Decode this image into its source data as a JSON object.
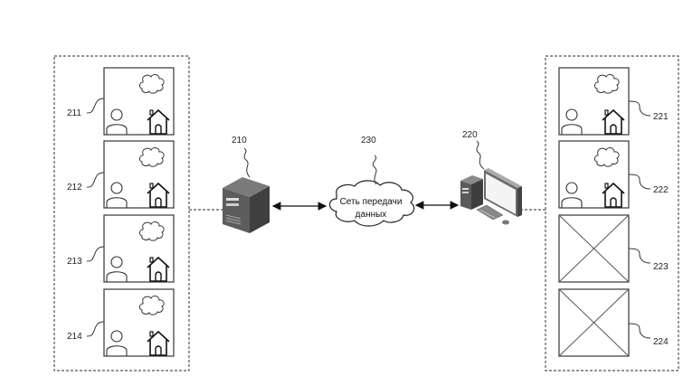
{
  "diagram": {
    "left_group": {
      "frames": [
        {
          "ref": "211",
          "type": "image"
        },
        {
          "ref": "212",
          "type": "image"
        },
        {
          "ref": "213",
          "type": "image"
        },
        {
          "ref": "214",
          "type": "image"
        }
      ]
    },
    "right_group": {
      "frames": [
        {
          "ref": "221",
          "type": "image"
        },
        {
          "ref": "222",
          "type": "image"
        },
        {
          "ref": "223",
          "type": "empty"
        },
        {
          "ref": "224",
          "type": "empty"
        }
      ]
    },
    "server": {
      "ref": "210",
      "icon": "server-icon"
    },
    "network": {
      "ref": "230",
      "label_line1": "Сеть передачи",
      "label_line2": "данных",
      "icon": "cloud-icon"
    },
    "client": {
      "ref": "220",
      "icon": "desktop-computer-icon"
    }
  }
}
